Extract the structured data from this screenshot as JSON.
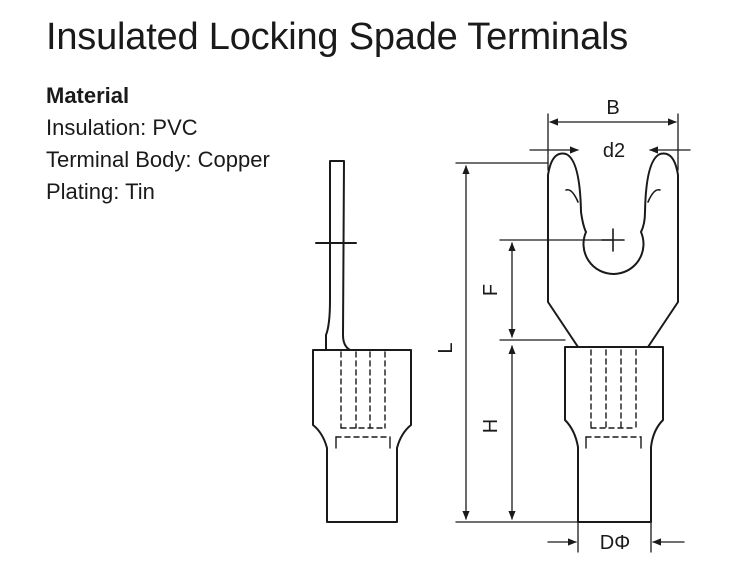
{
  "title": "Insulated Locking Spade Terminals",
  "material": {
    "heading": "Material",
    "lines": [
      "Insulation: PVC",
      "Terminal Body: Copper",
      "Plating: Tin"
    ]
  },
  "dimensions": {
    "B": "B",
    "d2": "d2",
    "F": "F",
    "L": "L",
    "H": "H",
    "D": "DΦ"
  }
}
